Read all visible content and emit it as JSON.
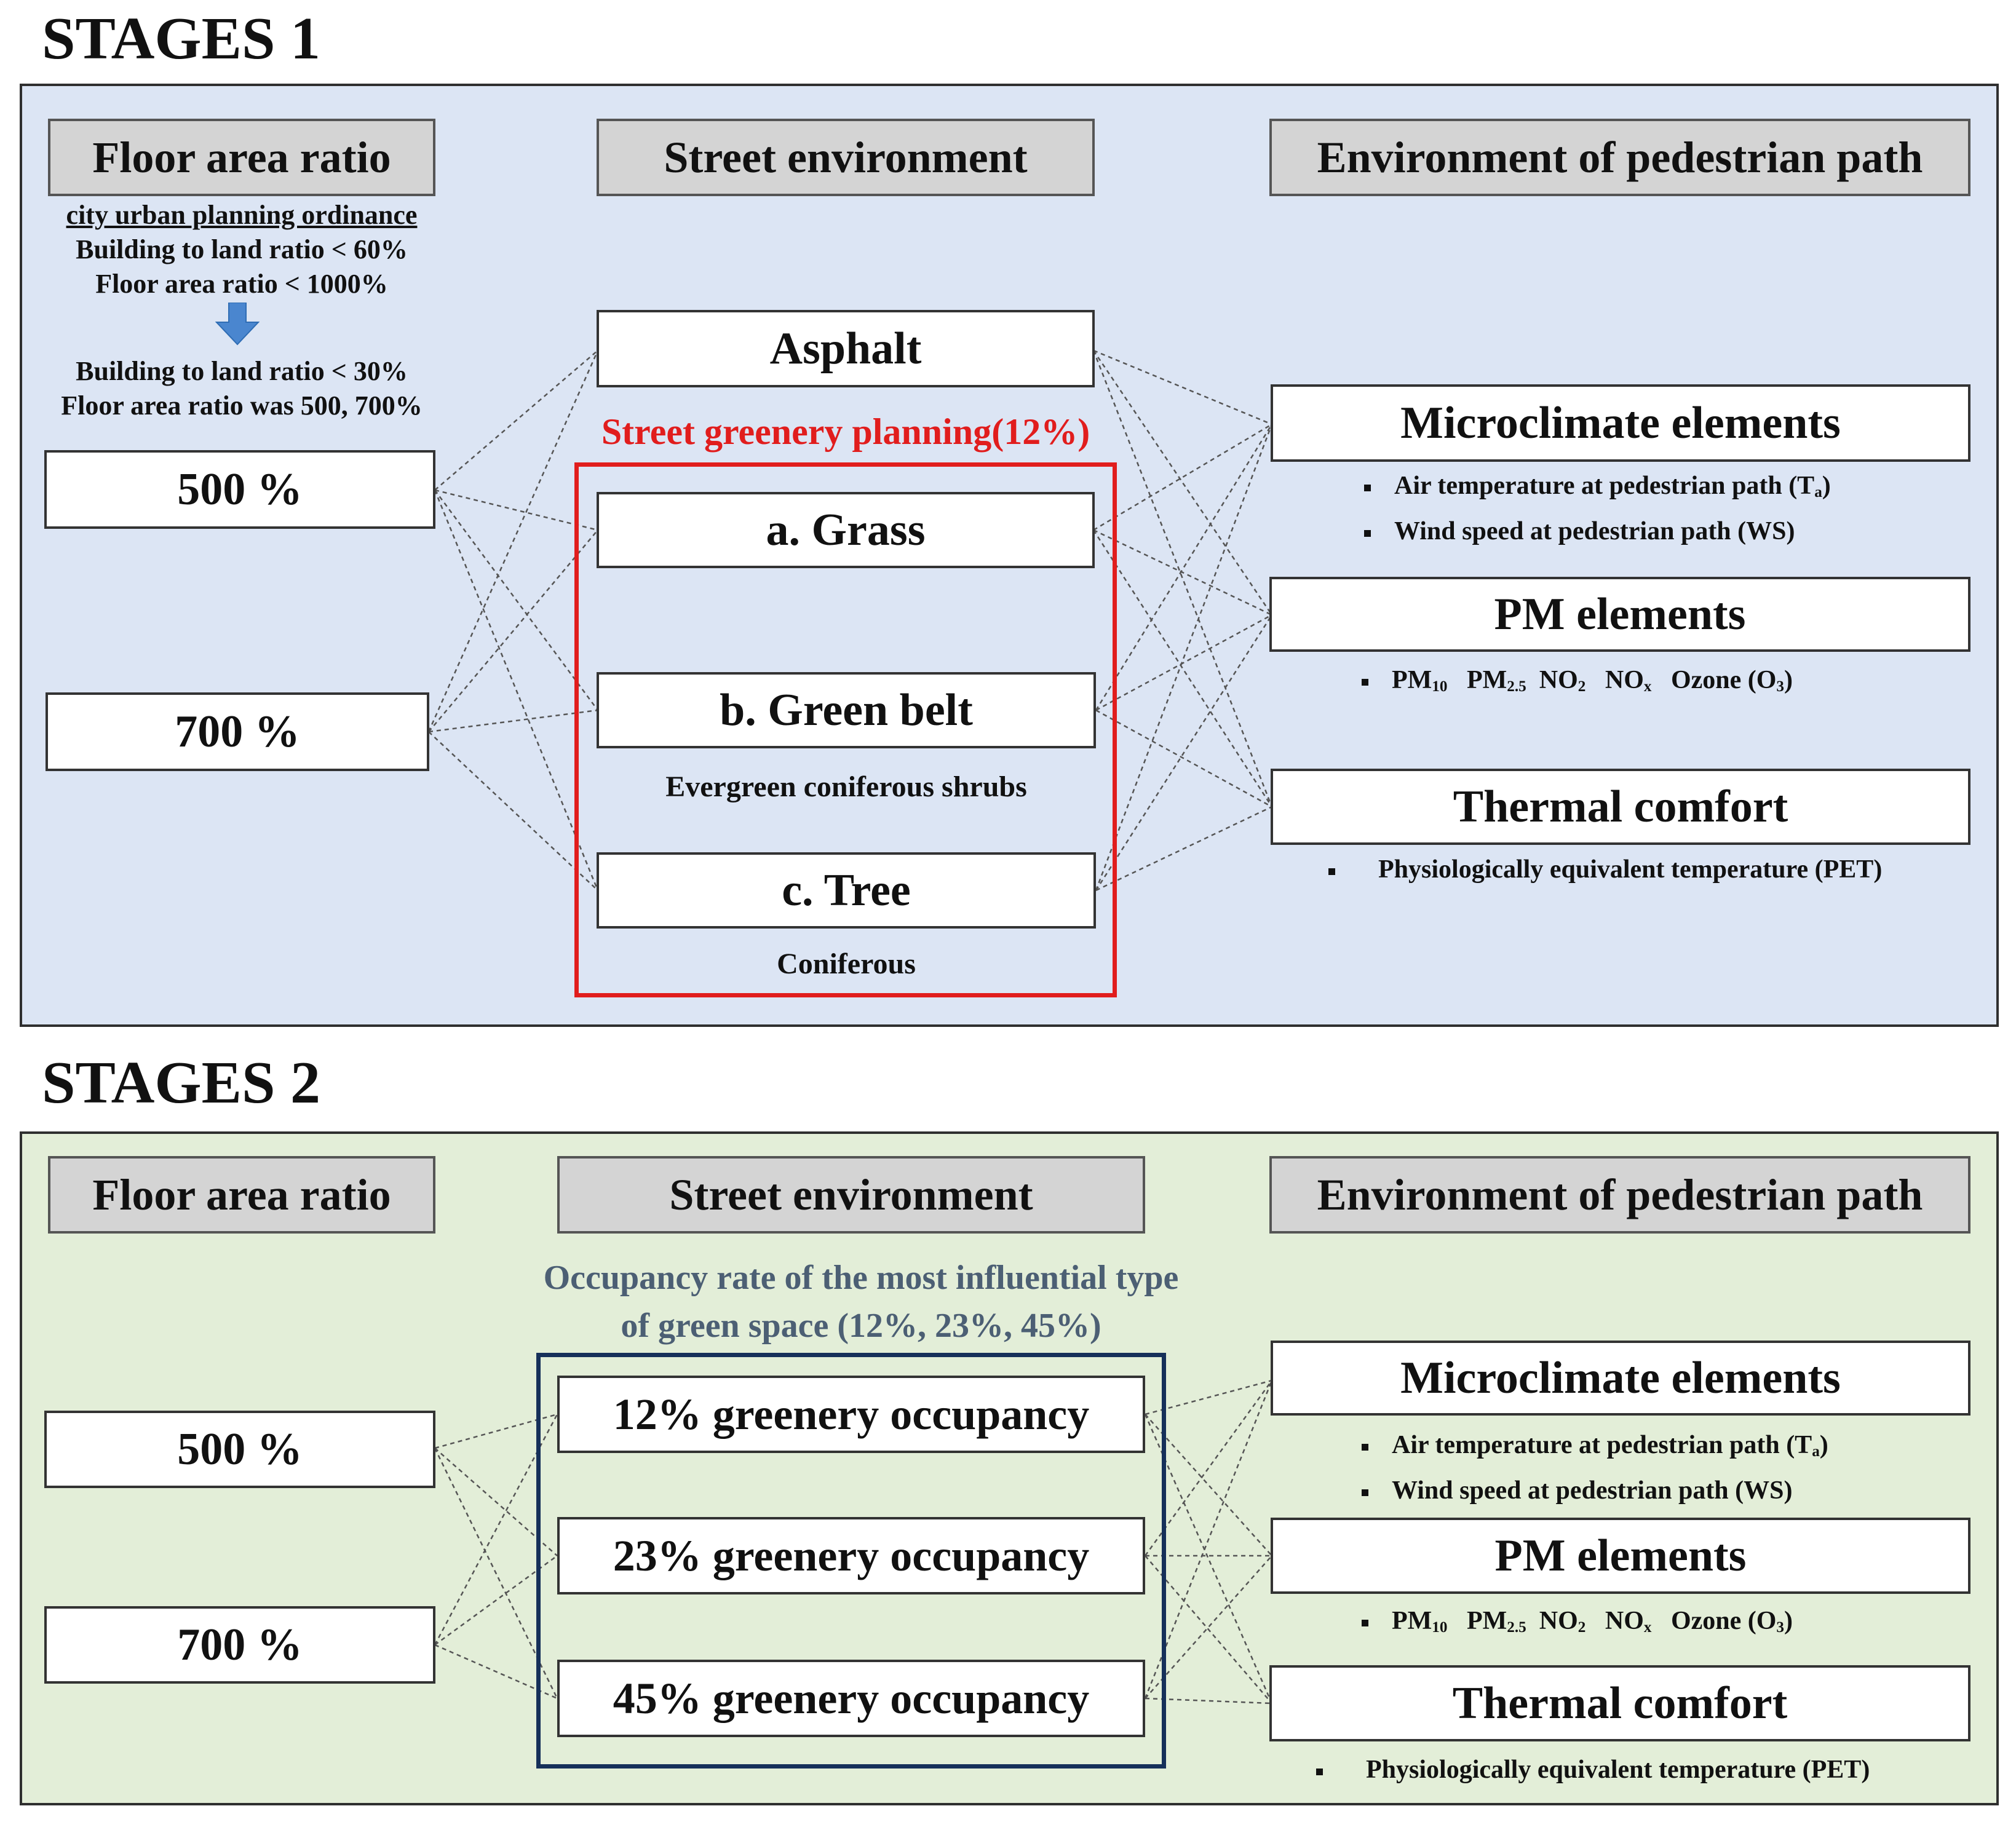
{
  "stage1": {
    "title": "STAGES 1",
    "headers": {
      "far": "Floor area ratio",
      "street": "Street environment",
      "ped": "Environment of pedestrian path"
    },
    "ordinance": {
      "title": "city urban planning ordinance",
      "line1": "Building to land ratio < 60%",
      "line2": "Floor area ratio < 1000%",
      "line3": "Building to land ratio < 30%",
      "line4": "Floor area ratio was 500, 700%"
    },
    "far_options": [
      "500 %",
      "700 %"
    ],
    "street": {
      "asphalt": "Asphalt",
      "planning_label": "Street greenery planning(12%)",
      "grass": "a. Grass",
      "greenbelt": "b. Green belt",
      "greenbelt_note": "Evergreen coniferous shrubs",
      "tree": "c. Tree",
      "tree_note": "Coniferous"
    },
    "outcomes": {
      "micro": "Microclimate elements",
      "micro_b1": "Air temperature at pedestrian path (T",
      "micro_b1_sub": "a",
      "micro_b2": "Wind speed at pedestrian path (WS)",
      "pm": "PM elements",
      "pm_items": {
        "pm10": "PM",
        "pm10_sub": "10",
        "pm25": "PM",
        "pm25_sub": "2.5",
        "no2": "NO",
        "no2_sub": "2",
        "nox": "NO",
        "nox_sub": "x",
        "ozone": "Ozone (O",
        "ozone_sub": "3",
        "ozone_end": ")"
      },
      "thermal": "Thermal comfort",
      "thermal_b1": "Physiologically equivalent temperature (PET)"
    }
  },
  "stage2": {
    "title": "STAGES 2",
    "headers": {
      "far": "Floor area ratio",
      "street": "Street environment",
      "ped": "Environment of pedestrian path"
    },
    "occupancy_label_1": "Occupancy rate of the most influential type",
    "occupancy_label_2": "of green space (12%, 23%, 45%)",
    "far_options": [
      "500 %",
      "700 %"
    ],
    "occupancy": [
      "12% greenery occupancy",
      "23% greenery occupancy",
      "45% greenery occupancy"
    ],
    "outcomes": {
      "micro": "Microclimate elements",
      "micro_b1": "Air temperature at pedestrian path (T",
      "micro_b1_sub": "a",
      "micro_b2": "Wind speed at pedestrian path (WS)",
      "pm": "PM elements",
      "pm_items": {
        "pm10": "PM",
        "pm10_sub": "10",
        "pm25": "PM",
        "pm25_sub": "2.5",
        "no2": "NO",
        "no2_sub": "2",
        "nox": "NO",
        "nox_sub": "x",
        "ozone": "Ozone (O",
        "ozone_sub": "3",
        "ozone_end": ")"
      },
      "thermal": "Thermal comfort",
      "thermal_b1": "Physiologically equivalent temperature (PET)"
    }
  },
  "colors": {
    "stage1_bg": "#dce5f4",
    "stage2_bg": "#e3eed8",
    "header_bg": "#d4d4d4",
    "planning_red": "#e11d1d",
    "occupancy_navy": "#16305a",
    "occupancy_text": "#4c5f74",
    "arrow_blue": "#4a86cf"
  }
}
